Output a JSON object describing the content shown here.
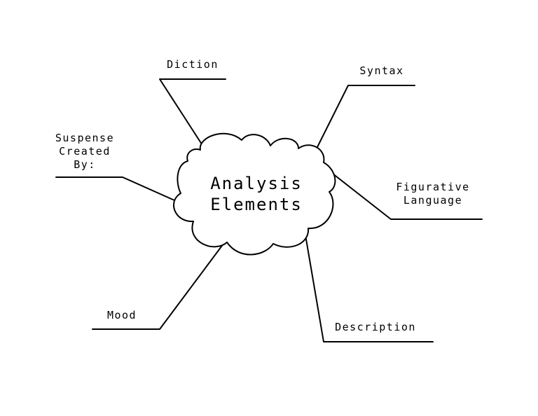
{
  "center": {
    "line1": "Analysis",
    "line2": "Elements"
  },
  "branches": {
    "diction": "Diction",
    "syntax": "Syntax",
    "suspense": {
      "line1": "Suspense",
      "line2": "Created",
      "line3": "By:"
    },
    "figurative": {
      "line1": "Figurative",
      "line2": "Language"
    },
    "mood": "Mood",
    "description": "Description"
  },
  "colors": {
    "stroke": "#000000",
    "background": "#ffffff"
  }
}
